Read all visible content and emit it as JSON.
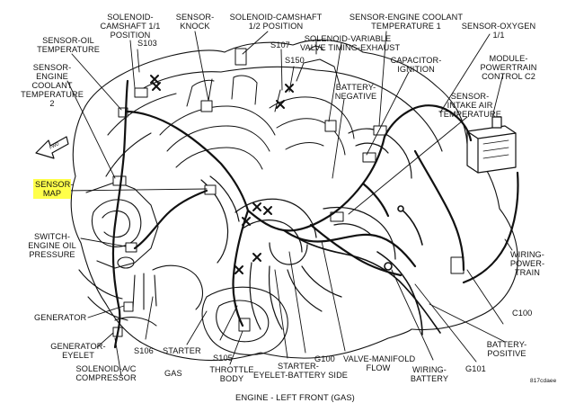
{
  "diagram": {
    "caption": "ENGINE - LEFT FRONT (GAS)",
    "figure_code": "817cdaee",
    "direction_marker": "FWD",
    "highlight_color": "#ffff4a",
    "labels": {
      "solenoid_camshaft_11": "SOLENOID-\nCAMSHAFT 1/1\nPOSITION",
      "sensor_knock": "SENSOR-\nKNOCK",
      "solenoid_camshaft_12": "SOLENOID-CAMSHAFT\n1/2 POSITION",
      "sensor_ect_1": "SENSOR-ENGINE COOLANT\nTEMPERATURE 1",
      "sensor_oxygen": "SENSOR-OXYGEN\n1/1",
      "sensor_oil_temp": "SENSOR-OIL\nTEMPERATURE",
      "s103": "S103",
      "s107": "S107",
      "solenoid_vvt": "SOLENOID-VARIABLE\nVALVE TIMING-EXHAUST",
      "s150": "S150",
      "capacitor_ignition": "CAPACITOR-\nIGNITION",
      "module_pcm": "MODULE-\nPOWERTRAIN\nCONTROL C2",
      "sensor_ect_2": "SENSOR-\nENGINE\nCOOLANT\nTEMPERATURE\n2",
      "battery_negative": "BATTERY-\nNEGATIVE",
      "sensor_iat": "SENSOR-\nINTAKE AIR\nTEMPERATURE",
      "sensor_map": "SENSOR-\nMAP",
      "switch_oil": "SWITCH-\nENGINE OIL\nPRESSURE",
      "wiring_powertrain": "WIRING-\nPOWER-\nTRAIN",
      "generator": "GENERATOR",
      "c100": "C100",
      "generator_eyelet": "GENERATOR-\nEYELET",
      "s106": "S106",
      "starter": "STARTER",
      "battery_positive": "BATTERY-\nPOSITIVE",
      "solenoid_ac": "SOLENOID-A/C\nCOMPRESSOR",
      "gas": "GAS",
      "s105": "S105",
      "throttle_body": "THROTTLE\nBODY",
      "starter_eyelet": "STARTER-\nEYELET-BATTERY SIDE",
      "g100": "G100",
      "valve_manifold": "VALVE-MANIFOLD\nFLOW",
      "wiring_battery": "WIRING-\nBATTERY",
      "g101": "G101"
    }
  }
}
